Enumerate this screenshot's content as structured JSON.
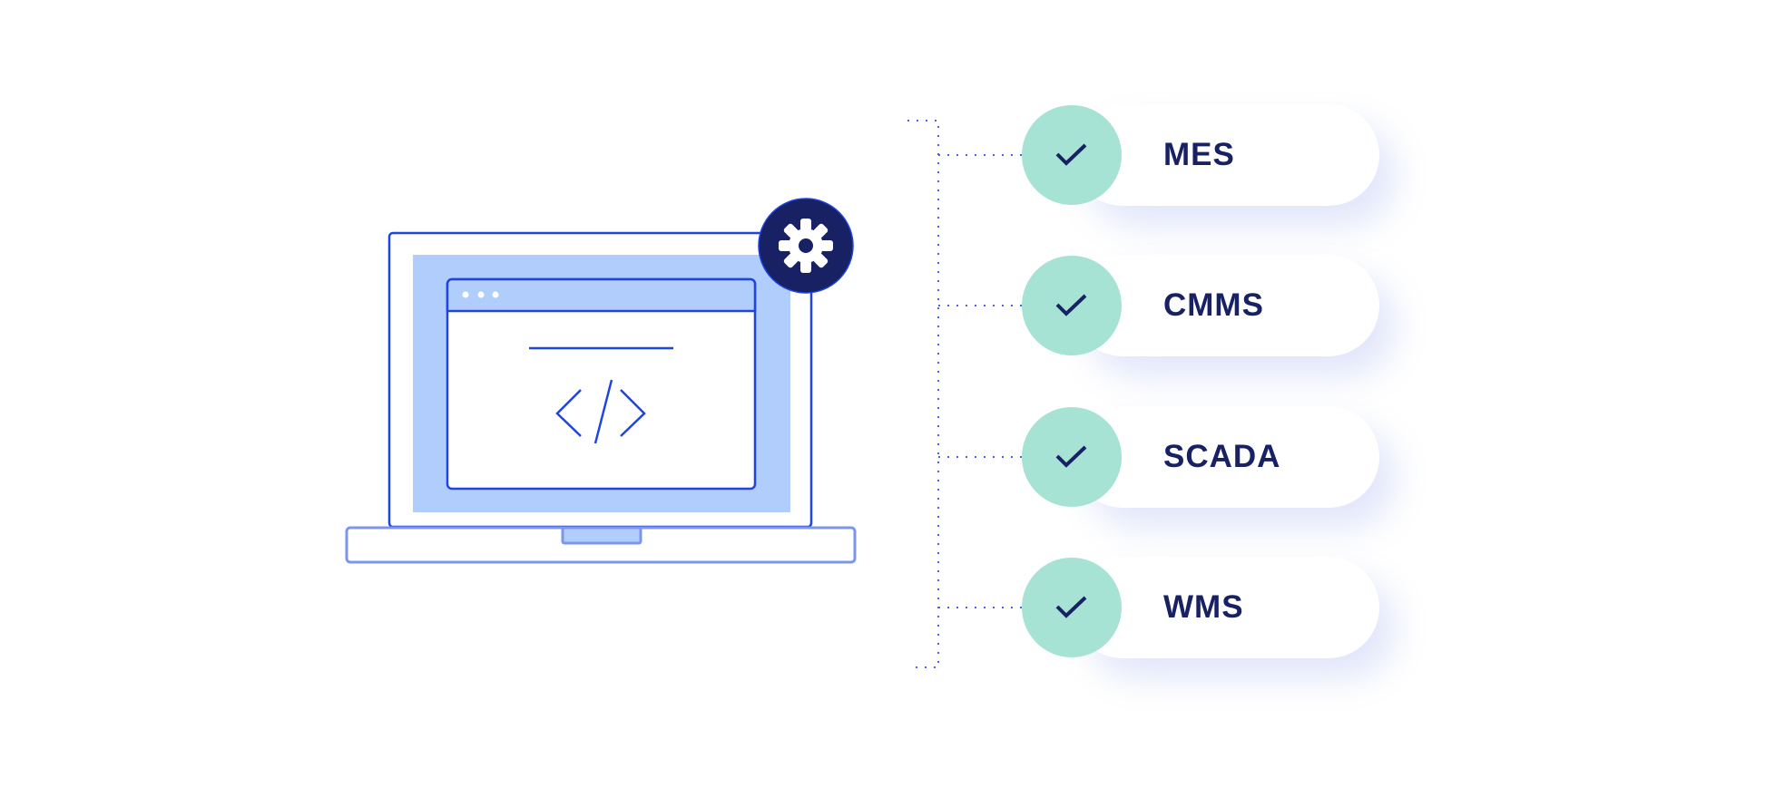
{
  "systems": [
    {
      "label": "MES"
    },
    {
      "label": "CMMS"
    },
    {
      "label": "SCADA"
    },
    {
      "label": "WMS"
    }
  ],
  "icons": {
    "laptop": "laptop-icon",
    "settings": "gear-icon",
    "code": "code-icon",
    "check": "check-icon"
  },
  "colors": {
    "accent": "#1f45e0",
    "navy": "#172163",
    "mint": "#a6e3d4",
    "screen_fill": "#b0cdfc"
  }
}
